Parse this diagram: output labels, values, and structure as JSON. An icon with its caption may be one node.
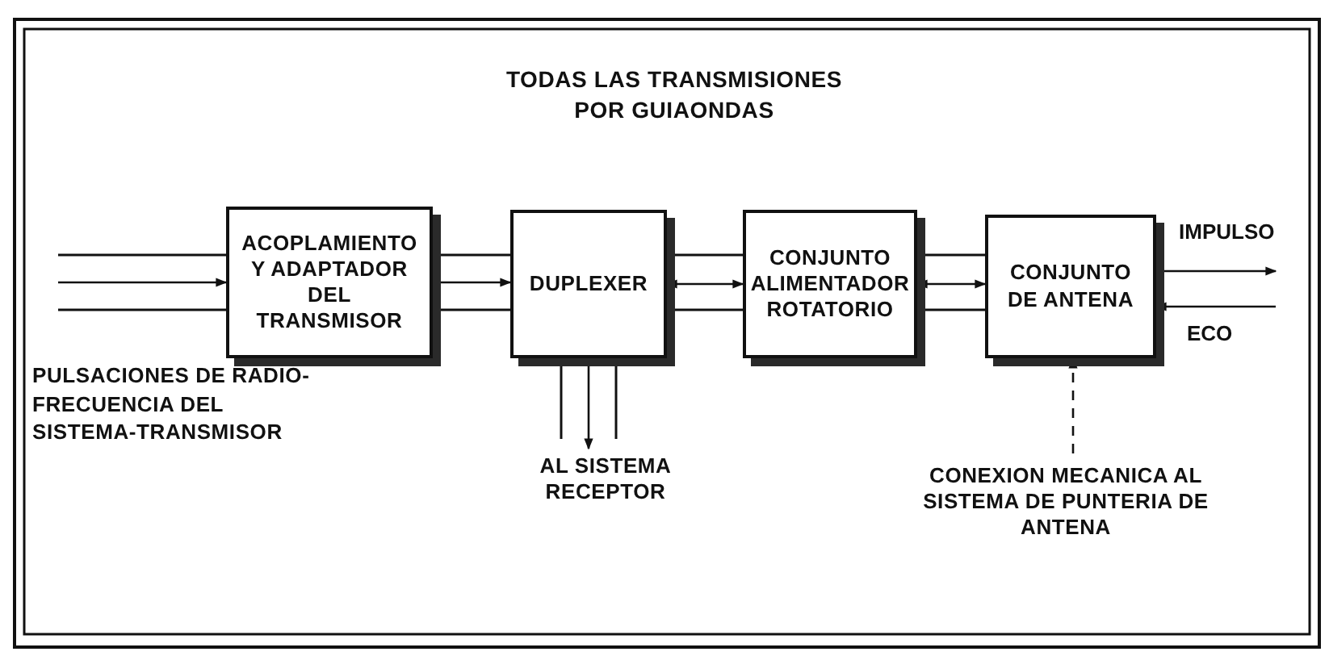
{
  "diagram": {
    "title": "TODAS LAS TRANSMISIONES POR GUIAONDAS",
    "nodes": [
      {
        "text": [
          "ACOPLAMIENTO Y ADAPTADOR DEL TRANSMISOR"
        ]
      },
      {
        "text": [
          "DUPLEXER"
        ]
      },
      {
        "text": [
          "CONJUNTO ALIMENTADOR ROTATORIO"
        ]
      },
      {
        "text": [
          "CONJUNTO DE ANTENA"
        ]
      },
      {
        "text": [
          "AL SISTEMA RECEPTOR"
        ]
      },
      {
        "text": [
          "CONEXION MECANICA AL SISTEMA DE PUNTERIA DE ANTENA"
        ]
      }
    ],
    "edges": [
      {
        "from": null,
        "to": 0,
        "arrow": "to"
      },
      {
        "from": 0,
        "to": 1,
        "arrow": "to"
      },
      {
        "from": 1,
        "to": 2,
        "arrow": "both"
      },
      {
        "from": 2,
        "to": 3,
        "arrow": "both"
      },
      {
        "from": 1,
        "to": 4,
        "arrow": "to"
      },
      {
        "from": 3,
        "to": null,
        "arrow": "to",
        "label": "IMPULSO"
      },
      {
        "from": null,
        "to": 3,
        "arrow": "to",
        "label": "ECO"
      },
      {
        "from": 5,
        "to": 3,
        "arrow": "to",
        "style": "dashed"
      }
    ],
    "labels": [
      "PULSACIONES DE RADIO-FRECUENCIA DEL SISTEMA-TRANSMISOR"
    ]
  }
}
